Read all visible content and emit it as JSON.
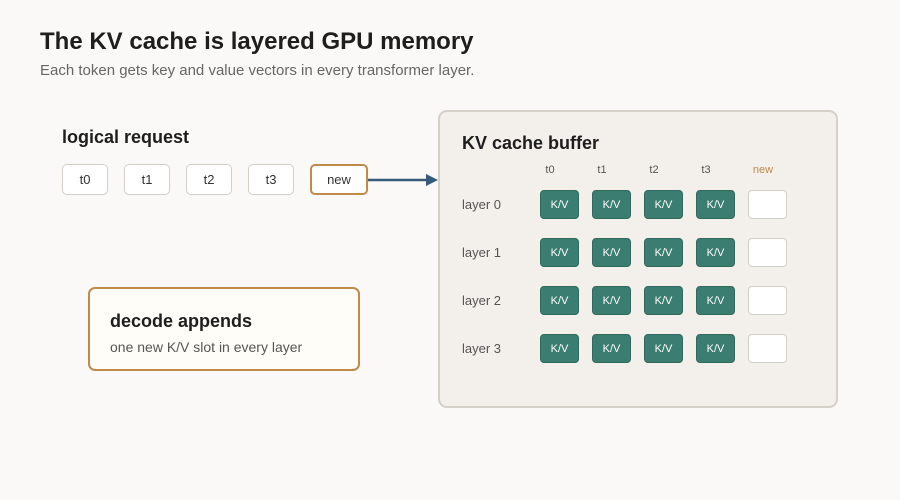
{
  "title": "The KV cache is layered GPU memory",
  "subtitle": "Each token gets key and value vectors in every transformer layer.",
  "logical": {
    "label": "logical request",
    "tokens": [
      "t0",
      "t1",
      "t2",
      "t3",
      "new"
    ]
  },
  "buffer": {
    "title": "KV cache buffer",
    "columns": [
      "t0",
      "t1",
      "t2",
      "t3",
      "new"
    ],
    "layers": [
      "layer 0",
      "layer 1",
      "layer 2",
      "layer 3"
    ],
    "cell_label": "K/V",
    "filled_columns": 4
  },
  "callout": {
    "title": "decode appends",
    "text": "one new K/V slot in every layer"
  },
  "colors": {
    "accent": "#c08a4a",
    "kv_fill": "#3b7d70",
    "arrow": "#355a7a"
  }
}
